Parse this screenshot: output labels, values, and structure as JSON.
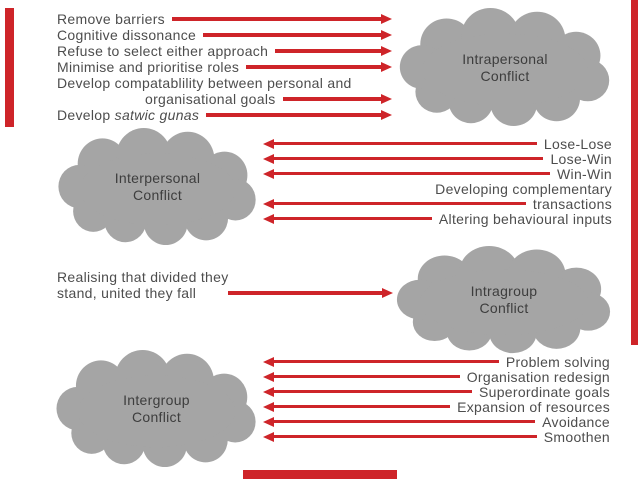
{
  "page": {
    "background": "#ffffff",
    "arrow_red": "#ce2429",
    "cloud_gray": "#a5a5a5",
    "text_color": "#4d4d4d",
    "cloud_text_color": "#3d3d3d"
  },
  "clouds": [
    {
      "line1": "Intrapersonal",
      "line2": "Conflict"
    },
    {
      "line1": "Interpersonal",
      "line2": "Conflict"
    },
    {
      "line1": "Intragroup",
      "line2": "Conflict"
    },
    {
      "line1": "Intergroup",
      "line2": "Conflict"
    }
  ],
  "intrapersonal_strategies": {
    "items": [
      "Remove barriers",
      "Cognitive dissonance",
      "Refuse to select either approach",
      "Minimise and prioritise roles"
    ],
    "two_line_item": {
      "line1": "Develop compatablility between personal and",
      "line2": "organisational goals"
    },
    "italic_item": {
      "prefix": "Develop ",
      "italic": "satwic gunas"
    }
  },
  "interpersonal_strategies": {
    "items": [
      "Lose-Lose",
      "Lose-Win",
      "Win-Win"
    ],
    "two_line_item": {
      "line1": "Developing complementary",
      "line2": "transactions"
    },
    "last_item": "Altering behavioural inputs"
  },
  "intragroup_strategies": {
    "line1": "Realising that divided they",
    "line2": "stand, united they fall"
  },
  "intergroup_strategies": {
    "items": [
      "Problem solving",
      "Organisation redesign",
      "Superordinate goals",
      "Expansion of resources",
      "Avoidance",
      "Smoothen"
    ]
  }
}
